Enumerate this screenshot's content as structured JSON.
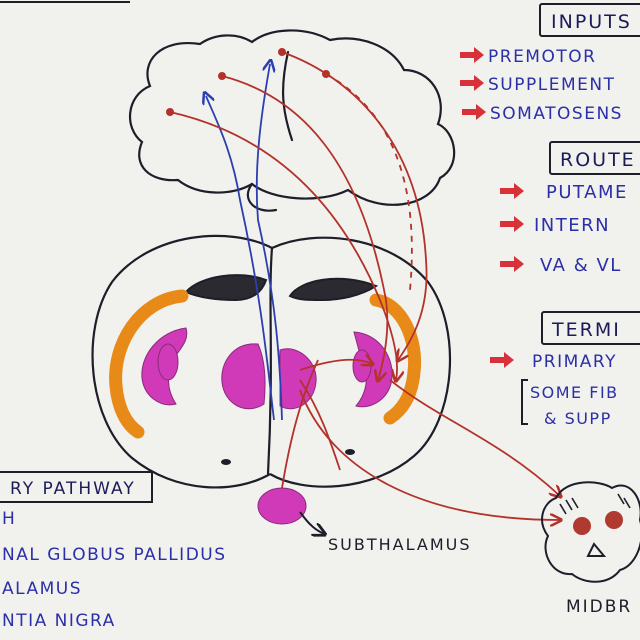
{
  "boxes": {
    "inputs": "INPUTS",
    "route": "ROUTE",
    "termination": "TERMI"
  },
  "inputs": [
    "PREMOTOR",
    "SUPPLEMENT",
    "SOMATOSENS"
  ],
  "route": [
    "PUTAME",
    "INTERN",
    "VA & VL"
  ],
  "termination": [
    "PRIMARY",
    "SOME FIB",
    "& SUPP"
  ],
  "pathway": {
    "title": "RY PATHWAY",
    "items": [
      "H",
      "NAL GLOBUS PALLIDUS",
      "ALAMUS",
      "NTIA NIGRA"
    ]
  },
  "labels": {
    "subthalamus": "SUBTHALAMUS",
    "midbrain": "MIDBR"
  },
  "colors": {
    "paper": "#f1f1ee",
    "ink": "#1e1e2a",
    "blue_ink": "#2b2fa8",
    "red_ink": "#b3322a",
    "arrow_fill": "#d8313a",
    "magenta": "#d03ab8",
    "orange": "#e88a18"
  },
  "icons": {
    "bullet": "red-arrow-icon"
  }
}
